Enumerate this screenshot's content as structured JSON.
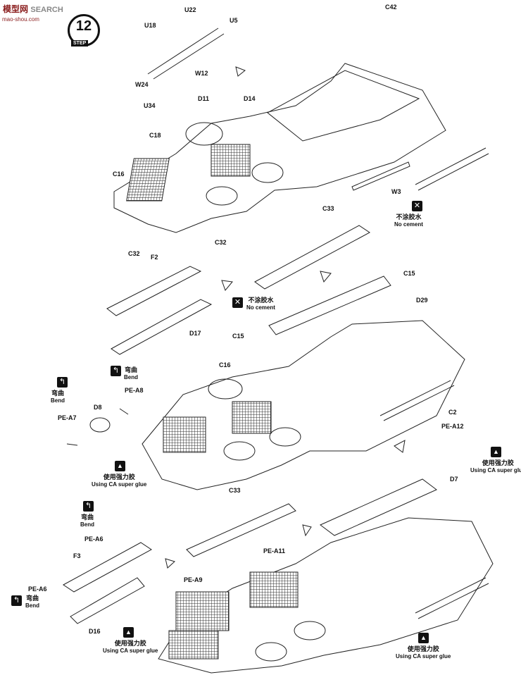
{
  "watermark": {
    "site_cn": "模型网",
    "site_en": "SEARCH",
    "url": "mao-shou.com"
  },
  "step": {
    "number": "12",
    "label": "STEP"
  },
  "parts": {
    "U22": "U22",
    "U18": "U18",
    "U5": "U5",
    "W12": "W12",
    "W24": "W24",
    "U34": "U34",
    "D11": "D11",
    "D14": "D14",
    "C18": "C18",
    "C16": "C16",
    "C42": "C42",
    "W3": "W3",
    "C33": "C33",
    "C32": "C32",
    "F2": "F2",
    "D17": "D17",
    "C15": "C15",
    "D29": "D29",
    "C2": "C2",
    "PE_A12": "PE-A12",
    "D7": "D7",
    "D8": "D8",
    "PE_A8": "PE-A8",
    "PE_A7": "PE-A7",
    "PE_A6": "PE-A6",
    "F3": "F3",
    "D16": "D16",
    "PE_A11": "PE-A11",
    "PE_A9": "PE-A9"
  },
  "notes": {
    "no_cement_cn": "不涂胶水",
    "no_cement_en": "No cement",
    "bend_cn": "弯曲",
    "bend_en": "Bend",
    "glue_cn": "使用强力胶",
    "glue_en": "Using CA super glue"
  }
}
